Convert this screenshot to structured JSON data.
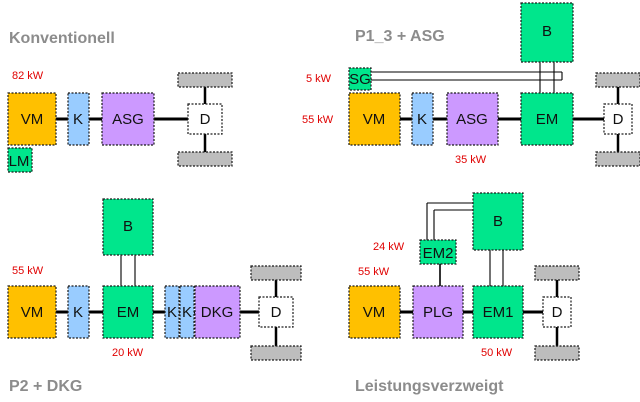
{
  "colors": {
    "vm": "#ffc000",
    "clutch": "#99ccff",
    "purple": "#cc99ff",
    "green": "#00e68c",
    "wheel": "#bdbdbd",
    "differential": "#ffffff",
    "title": "#8c8c8c",
    "power": "#e00000"
  },
  "panels": [
    {
      "title": "Konventionell",
      "powers": [
        "82 kW"
      ],
      "components": [
        "VM",
        "K",
        "ASG",
        "D",
        "LM"
      ]
    },
    {
      "title": "P1_3 + ASG",
      "powers": [
        "5 kW",
        "55 kW",
        "35 kW"
      ],
      "components": [
        "B",
        "SG",
        "VM",
        "K",
        "ASG",
        "EM",
        "D"
      ]
    },
    {
      "title": "P2 + DKG",
      "powers": [
        "55 kW",
        "20 kW"
      ],
      "components": [
        "B",
        "VM",
        "K",
        "EM",
        "K",
        "K",
        "DKG",
        "D"
      ]
    },
    {
      "title": "Leistungsverzweigt",
      "powers": [
        "24 kW",
        "55 kW",
        "50 kW"
      ],
      "components": [
        "B",
        "EM2",
        "VM",
        "PLG",
        "EM1",
        "D"
      ]
    }
  ]
}
